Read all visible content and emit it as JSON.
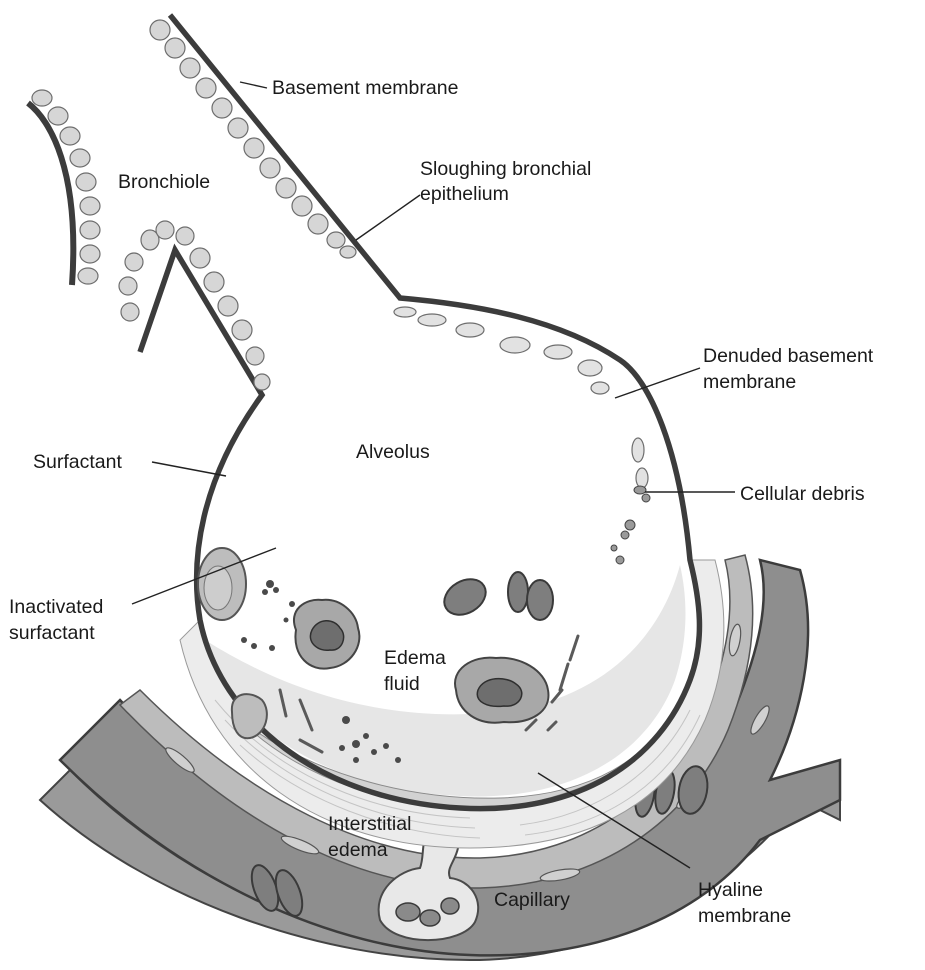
{
  "colors": {
    "background": "#ffffff",
    "wall": "#3c3c3c",
    "cell_fill": "#d6d6d6",
    "cell_stroke": "#6e6e6e",
    "capillary": "#8e8e8e",
    "capillary_light": "#bcbcbc",
    "edema_fluid": "#e6e6e6",
    "red_cell": "#7e7e7e",
    "text": "#1a1a1a"
  },
  "labels": {
    "basement_membrane": "Basement membrane",
    "bronchiole": "Bronchiole",
    "sloughing_line1": "Sloughing bronchial",
    "sloughing_line2": "epithelium",
    "denuded_line1": "Denuded basement",
    "denuded_line2": "membrane",
    "alveolus": "Alveolus",
    "surfactant": "Surfactant",
    "cellular_debris": "Cellular debris",
    "inactivated_line1": "Inactivated",
    "inactivated_line2": "surfactant",
    "edema_line1": "Edema",
    "edema_line2": "fluid",
    "interstitial_line1": "Interstitial",
    "interstitial_line2": "edema",
    "capillary": "Capillary",
    "hyaline_line1": "Hyaline",
    "hyaline_line2": "membrane"
  }
}
